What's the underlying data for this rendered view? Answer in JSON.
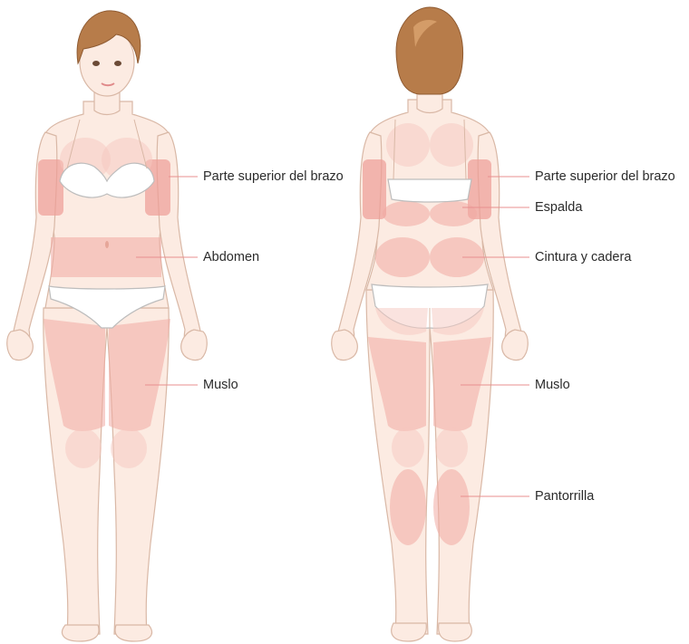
{
  "figures": {
    "front": {
      "labels": [
        {
          "id": "upper-arm",
          "text": "Parte superior del brazo"
        },
        {
          "id": "abdomen",
          "text": "Abdomen"
        },
        {
          "id": "thigh",
          "text": "Muslo"
        }
      ]
    },
    "back": {
      "labels": [
        {
          "id": "upper-arm",
          "text": "Parte superior del brazo"
        },
        {
          "id": "back",
          "text": "Espalda"
        },
        {
          "id": "waist-hip",
          "text": "Cintura y cadera"
        },
        {
          "id": "thigh",
          "text": "Muslo"
        },
        {
          "id": "calf",
          "text": "Pantorrilla"
        }
      ]
    }
  },
  "colors": {
    "skin": "#fcebe2",
    "zone": "#f0a9a3",
    "leader_line": "#e88f8f",
    "hair": "#b77c4a",
    "label_text": "#2b2b2b"
  }
}
